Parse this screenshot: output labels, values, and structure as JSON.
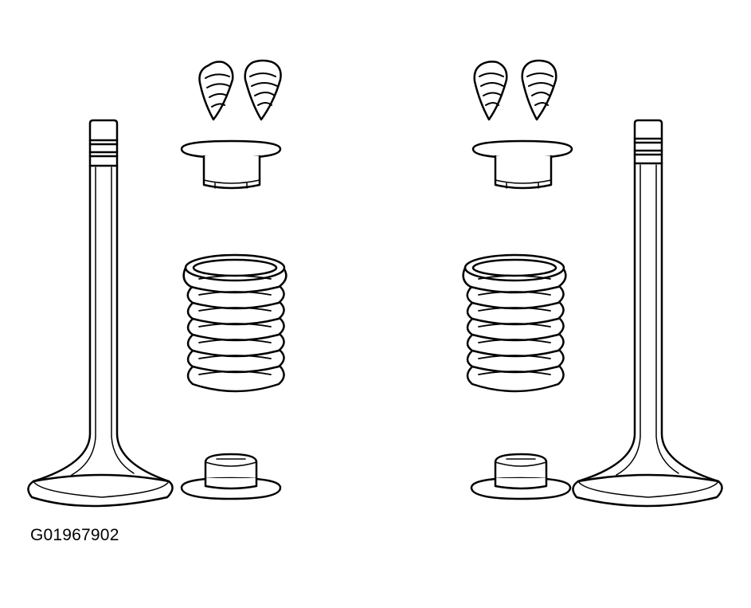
{
  "figure": {
    "id_label": "G01967902"
  },
  "parts": {
    "left_group": [
      "valve",
      "valve-keepers",
      "spring-retainer",
      "valve-spring",
      "spring-seat"
    ],
    "right_group": [
      "valve",
      "valve-keepers",
      "spring-retainer",
      "valve-spring",
      "spring-seat"
    ]
  },
  "colors": {
    "line": "#000000",
    "background": "#ffffff"
  }
}
